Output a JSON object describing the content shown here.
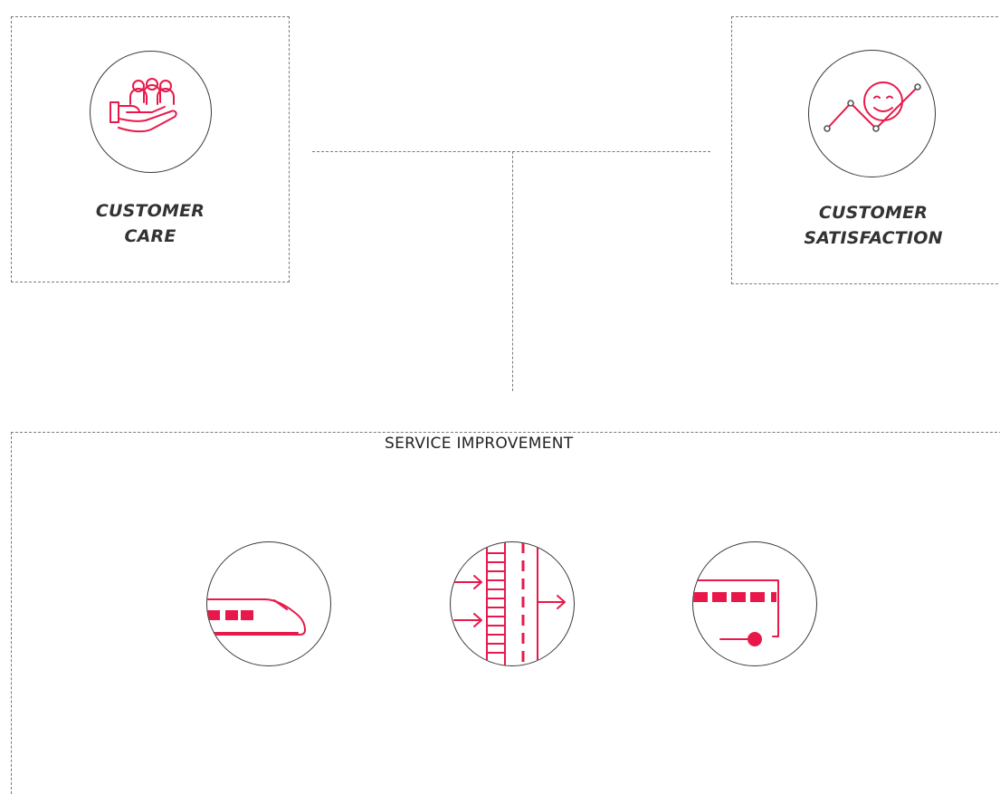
{
  "accent_color": "#e8194a",
  "top_left": {
    "label_line1": "CUSTOMER",
    "label_line2": "CARE",
    "icon": "hand-holding-people-icon"
  },
  "top_right": {
    "label_line1": "CUSTOMER",
    "label_line2": "SATISFACTION",
    "icon": "smiley-trend-chart-icon"
  },
  "bottom": {
    "title": "SERVICE IMPROVEMENT",
    "icons": [
      "high-speed-train-icon",
      "escalator-flow-icon",
      "bus-stop-icon"
    ]
  }
}
